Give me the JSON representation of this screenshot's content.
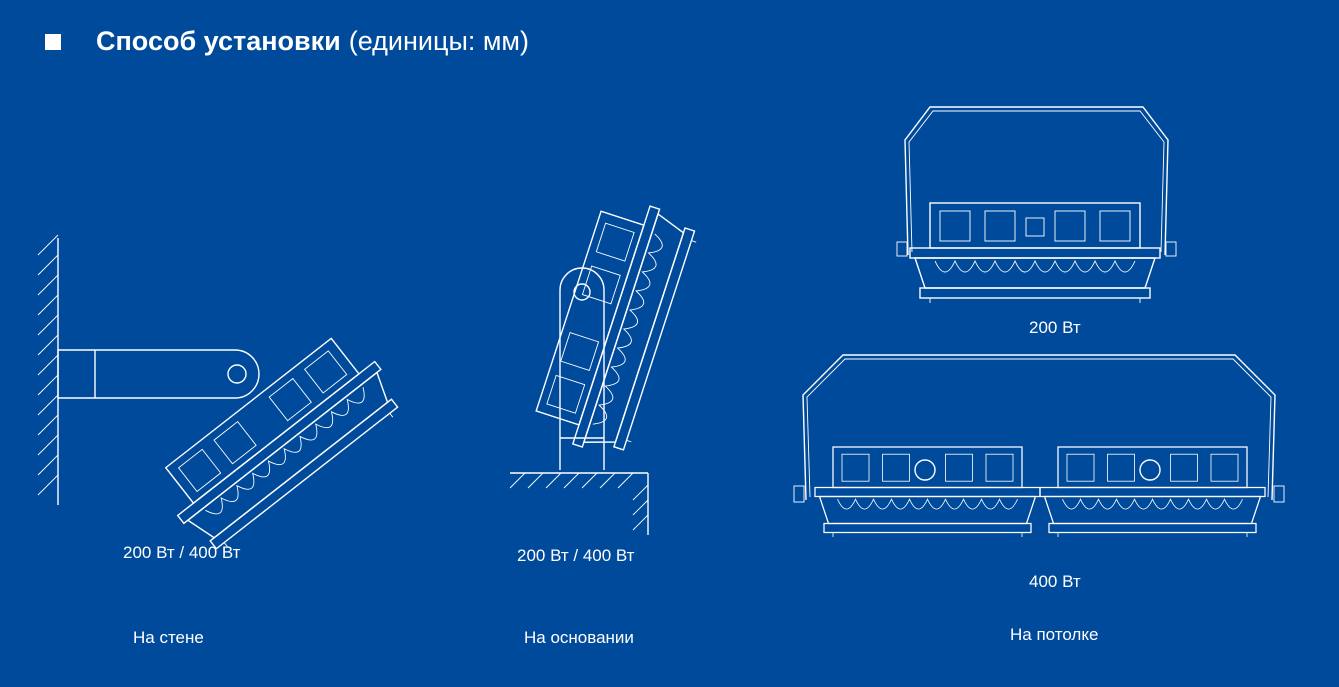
{
  "header": {
    "title": "Способ установки",
    "units": "(единицы: мм)"
  },
  "mounts": [
    {
      "name": "На стене",
      "power": "200 Вт / 400 Вт"
    },
    {
      "name": "На основании",
      "power": "200 Вт / 400 Вт"
    },
    {
      "name": "На потолке",
      "power_small": "200 Вт",
      "power_large": "400 Вт"
    }
  ],
  "colors": {
    "background": "#004a9c",
    "line": "#ffffff"
  }
}
